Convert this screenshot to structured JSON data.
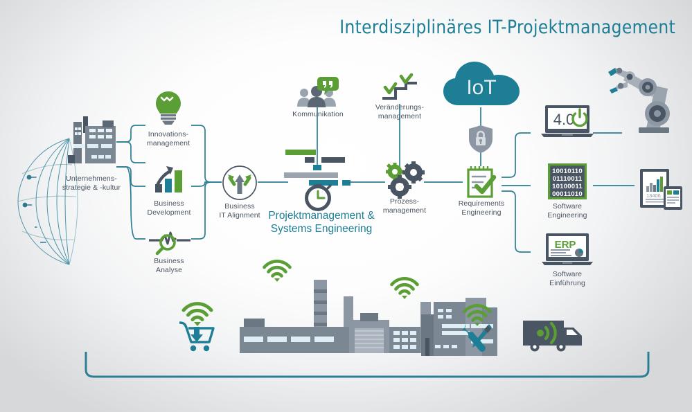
{
  "header": {
    "title": "Interdisziplinäres IT-Projektmanagement"
  },
  "colors": {
    "teal": "#1d7e96",
    "teal_dark": "#18778d",
    "green": "#5a9e35",
    "slate": "#4a5563",
    "gray": "#8d97a3",
    "gray_light": "#aab3bd",
    "text": "#4a5563",
    "background": "#d9dadc"
  },
  "center": {
    "label": "Projektmanagement &\nSystems Engineering",
    "icon": "stopwatch-gantt-icon"
  },
  "nodes": {
    "strategy": {
      "label": "Unternehmens-\nstrategie & -kultur",
      "icon": "factory-icon"
    },
    "innovation": {
      "label": "Innovations-\nmanagement",
      "icon": "lightbulb-icon"
    },
    "business_development": {
      "label": "Business\nDevelopment",
      "icon": "bar-chart-arrow-icon"
    },
    "business_analysis": {
      "label": "Business\nAnalyse",
      "icon": "magnifier-chart-icon"
    },
    "alignment": {
      "label": "Business\nIT Alignment",
      "icon": "arrows-circle-icon"
    },
    "communication": {
      "label": "Kommunikation",
      "icon": "people-speech-bubble-icon"
    },
    "change": {
      "label": "Veränderungs-\nmanagement",
      "icon": "steps-checkmarks-icon"
    },
    "process": {
      "label": "Prozess-\nmanagement",
      "icon": "gears-icon"
    },
    "requirements": {
      "label": "Requirements\nEngineering",
      "icon": "clipboard-check-icon"
    },
    "software_engineering": {
      "label": "Software\nEngineering",
      "icon": "binary-code-icon"
    },
    "software_rollout": {
      "label": "Software\nEinführung",
      "icon": "erp-laptop-icon"
    }
  },
  "icons": {
    "iot_cloud": {
      "label": "IoT",
      "icon": "cloud-icon"
    },
    "security": {
      "icon": "shield-lock-icon"
    },
    "industry40": {
      "label": "4.0",
      "icon": "laptop-industry40-icon"
    },
    "robot": {
      "icon": "robot-arm-icon"
    },
    "reporting": {
      "label": "13406",
      "icon": "tablet-report-icon"
    },
    "erp_screen": {
      "label": "ERP",
      "icon": "erp-icon"
    },
    "globe": {
      "icon": "circuit-globe-icon"
    },
    "cart": {
      "icon": "shopping-cart-wifi-icon"
    },
    "city": {
      "icon": "factory-skyline-icon"
    },
    "tools": {
      "icon": "tools-wifi-icon"
    },
    "truck": {
      "icon": "delivery-truck-signal-icon"
    },
    "bottom_bracket": {
      "icon": "bracket-icon"
    }
  },
  "binary_code": {
    "rows": [
      "10010110",
      "01110011",
      "10100011",
      "00011010"
    ]
  },
  "wifi_markers": [
    "wifi-icon",
    "wifi-icon",
    "wifi-icon",
    "wifi-icon"
  ]
}
